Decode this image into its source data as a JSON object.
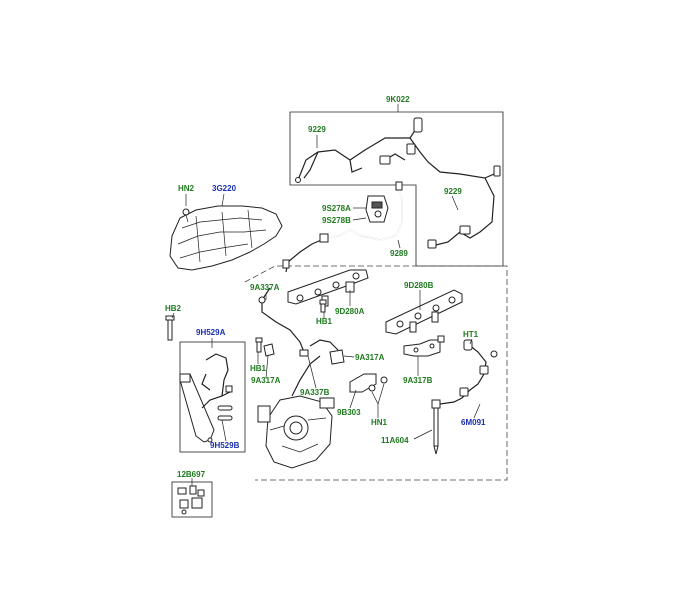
{
  "colors": {
    "part_label": "#1f7a1f",
    "ref_label": "#1a2fb0",
    "line": "#222222"
  },
  "labels": {
    "l_9k022": "9K022",
    "l_9229a": "9229",
    "l_9229b": "9229",
    "l_9s278a": "9S278A",
    "l_9s278b": "9S278B",
    "l_9289": "9289",
    "l_hn2": "HN2",
    "l_3g220": "3G220",
    "l_9a337a": "9A337A",
    "l_hb1a": "HB1",
    "l_9d280a": "9D280A",
    "l_9d280b": "9D280B",
    "l_hb2": "HB2",
    "l_9h529a": "9H529A",
    "l_9h529b": "9H529B",
    "l_hb1b": "HB1",
    "l_9a317a_1": "9A317A",
    "l_9a317a_2": "9A317A",
    "l_9a337b": "9A337B",
    "l_9b303": "9B303",
    "l_hn1": "HN1",
    "l_9a317b": "9A317B",
    "l_ht1": "HT1",
    "l_6m091": "6M091",
    "l_11a604": "11A604",
    "l_12b697": "12B697"
  }
}
